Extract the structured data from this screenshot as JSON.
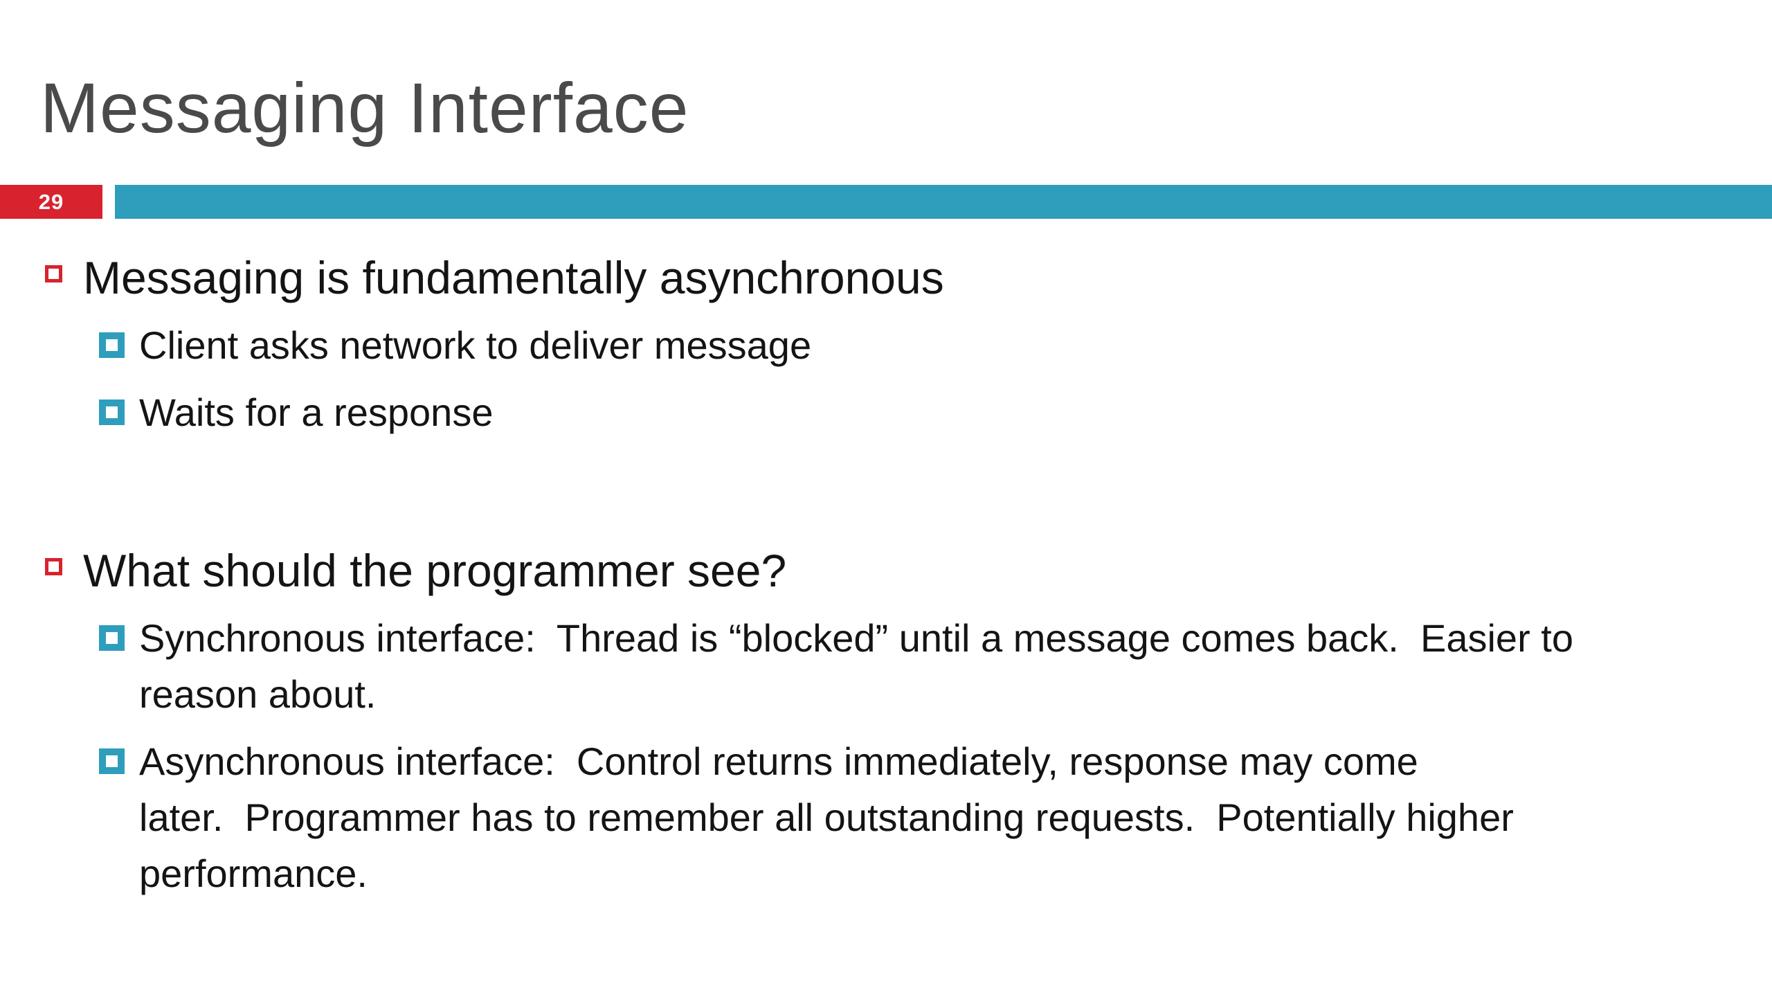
{
  "header": {
    "title": "Messaging Interface",
    "page_number": "29"
  },
  "colors": {
    "accent_teal": "#2E9EBC",
    "accent_red": "#D8232E",
    "title_gray": "#4A4A4A",
    "body_black": "#141414"
  },
  "content": {
    "items": [
      {
        "level": 1,
        "text": "Messaging is fundamentally asynchronous"
      },
      {
        "level": 2,
        "lines": [
          "Client asks network to deliver message"
        ]
      },
      {
        "level": 2,
        "lines": [
          "Waits for a response"
        ]
      },
      {
        "level": 1,
        "text": "What should the programmer see?"
      },
      {
        "level": 2,
        "lines": [
          "Synchronous interface:  Thread is “blocked” until a message comes back.  Easier to",
          "reason about."
        ]
      },
      {
        "level": 2,
        "lines": [
          "Asynchronous interface:  Control returns immediately, response may come",
          "later.  Programmer has to remember all outstanding requests.  Potentially higher",
          "performance."
        ]
      }
    ]
  }
}
